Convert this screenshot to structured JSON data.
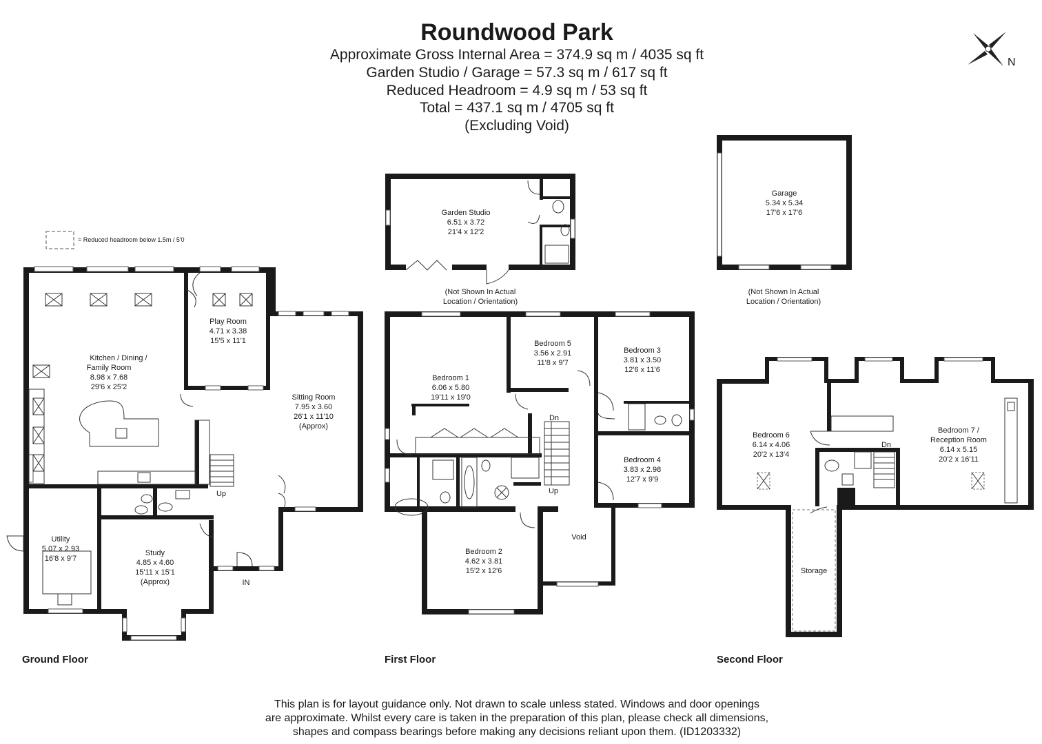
{
  "header": {
    "title": "Roundwood Park",
    "lines": [
      "Approximate Gross Internal Area = 374.9 sq m / 4035 sq ft",
      "Garden Studio / Garage = 57.3 sq m / 617 sq ft",
      "Reduced Headroom = 4.9 sq m / 53 sq ft",
      "Total = 437.1 sq m / 4705 sq ft",
      "(Excluding Void)"
    ]
  },
  "compass": {
    "label": "N"
  },
  "legend": {
    "text": "= Reduced headroom below 1.5m / 5'0"
  },
  "rooms": {
    "kitchen": [
      "Kitchen / Dining /",
      "Family Room",
      "8.98 x 7.68",
      "29'6 x 25'2"
    ],
    "play": [
      "Play Room",
      "4.71 x 3.38",
      "15'5 x 11'1"
    ],
    "sitting": [
      "Sitting Room",
      "7.95 x 3.60",
      "26'1 x 11'10",
      "(Approx)"
    ],
    "utility": [
      "Utility",
      "5.07 x 2.93",
      "16'8 x 9'7"
    ],
    "study": [
      "Study",
      "4.85 x 4.60",
      "15'11 x 15'1",
      "(Approx)"
    ],
    "studio": [
      "Garden Studio",
      "6.51 x 3.72",
      "21'4 x 12'2"
    ],
    "garage": [
      "Garage",
      "5.34 x 5.34",
      "17'6 x 17'6"
    ],
    "bed1": [
      "Bedroom 1",
      "6.06 x 5.80",
      "19'11 x 19'0"
    ],
    "bed5": [
      "Bedroom 5",
      "3.56 x 2.91",
      "11'8 x 9'7"
    ],
    "bed3": [
      "Bedroom 3",
      "3.81 x 3.50",
      "12'6 x 11'6"
    ],
    "bed4": [
      "Bedroom 4",
      "3.83 x 2.98",
      "12'7 x 9'9"
    ],
    "bed2": [
      "Bedroom 2",
      "4.62 x 3.81",
      "15'2 x 12'6"
    ],
    "void": [
      "Void"
    ],
    "bed6": [
      "Bedroom 6",
      "6.14 x 4.06",
      "20'2 x 13'4"
    ],
    "bed7": [
      "Bedroom 7 /",
      "Reception Room",
      "6.14 x 5.15",
      "20'2 x 16'11"
    ],
    "storage": [
      "Storage"
    ]
  },
  "notes": {
    "not_shown": [
      "(Not Shown In Actual",
      "Location / Orientation)"
    ],
    "up": "Up",
    "dn": "Dn",
    "in": "IN"
  },
  "floors": {
    "ground": "Ground Floor",
    "first": "First Floor",
    "second": "Second Floor"
  },
  "footer": [
    "This plan is for layout guidance only. Not drawn to scale unless stated. Windows and door openings",
    "are approximate. Whilst every care is taken in the preparation of this plan, please check all dimensions,",
    "shapes and compass bearings before making any decisions reliant upon them. (ID1203332)"
  ]
}
